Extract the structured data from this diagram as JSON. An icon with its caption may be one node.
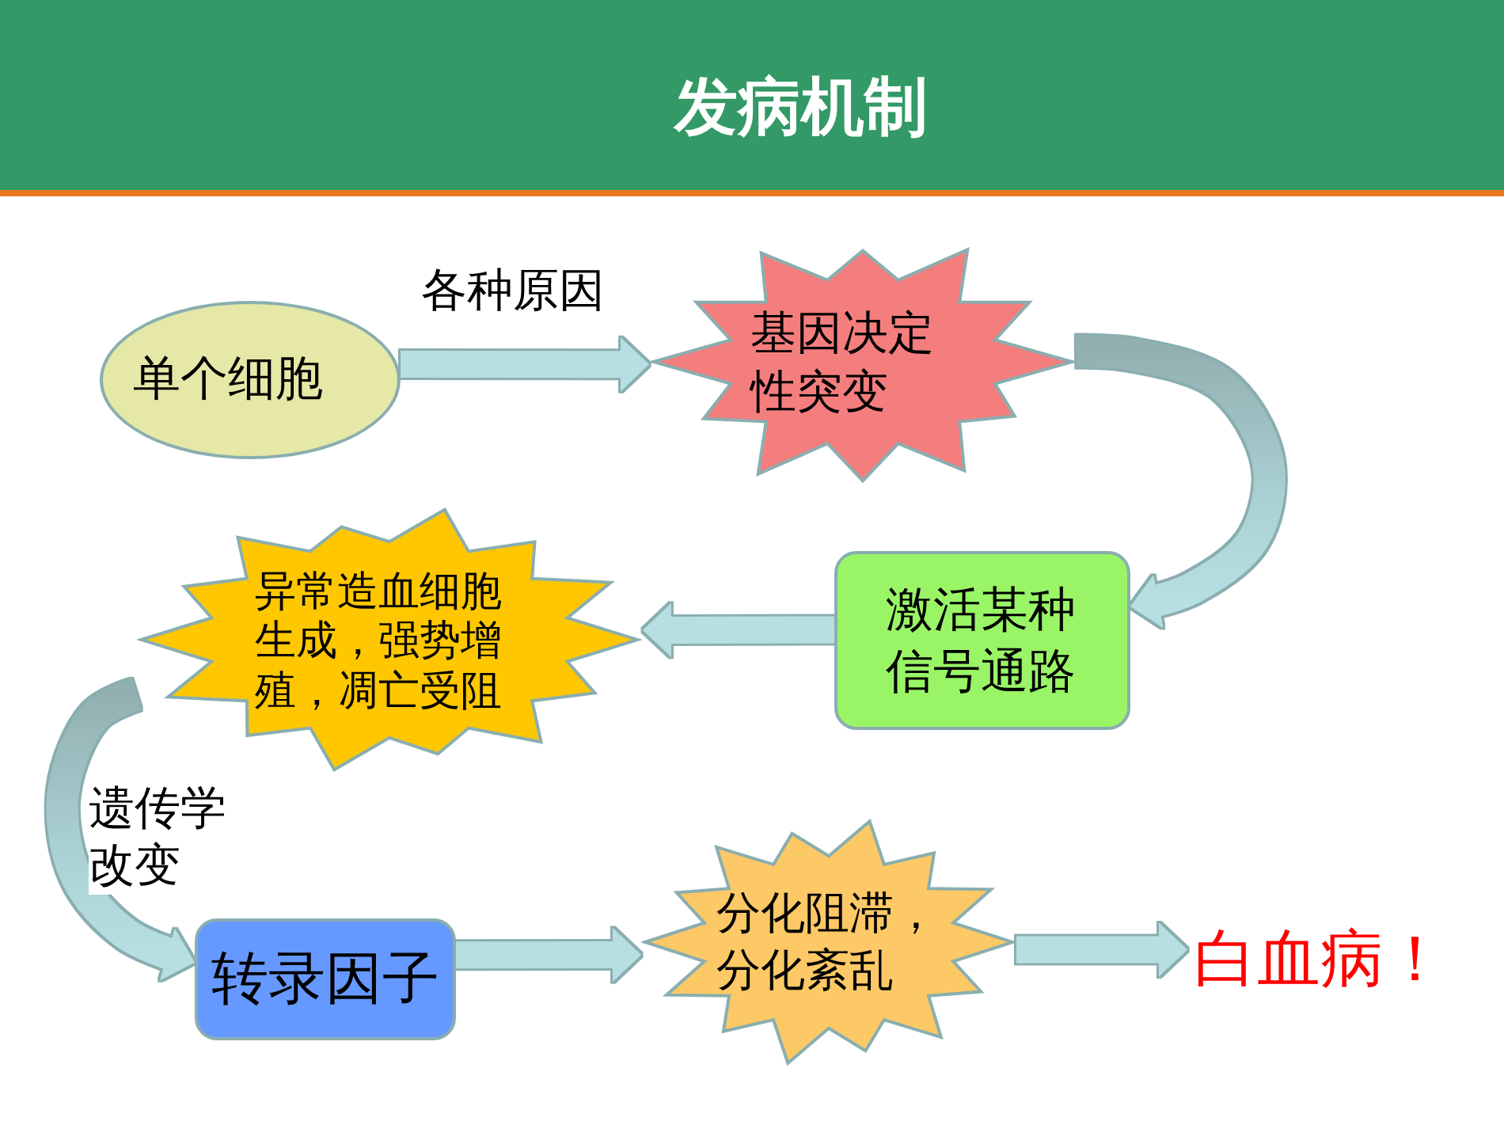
{
  "diagram": {
    "title": "发病机制",
    "nodes": [
      {
        "text": [
          "单个细胞"
        ]
      },
      {
        "text": [
          "基因决定性突变"
        ]
      },
      {
        "text": [
          "激活某种信号通路"
        ]
      },
      {
        "text": [
          "异常造血细胞生成，强势增殖，凋亡受阻"
        ]
      },
      {
        "text": [
          "转录因子"
        ]
      },
      {
        "text": [
          "分化阻滞，分化紊乱"
        ]
      },
      {
        "text": [
          "白血病！"
        ]
      }
    ],
    "edges": [
      {
        "from": 0,
        "to": 1,
        "arrow": "to",
        "label": "各种原因"
      },
      {
        "from": 1,
        "to": 2,
        "arrow": "to"
      },
      {
        "from": 2,
        "to": 3,
        "arrow": "to"
      },
      {
        "from": 3,
        "to": 4,
        "arrow": "to",
        "label": "遗传学改变"
      },
      {
        "from": 4,
        "to": 5,
        "arrow": "to"
      },
      {
        "from": 5,
        "to": 6,
        "arrow": "to"
      }
    ]
  }
}
